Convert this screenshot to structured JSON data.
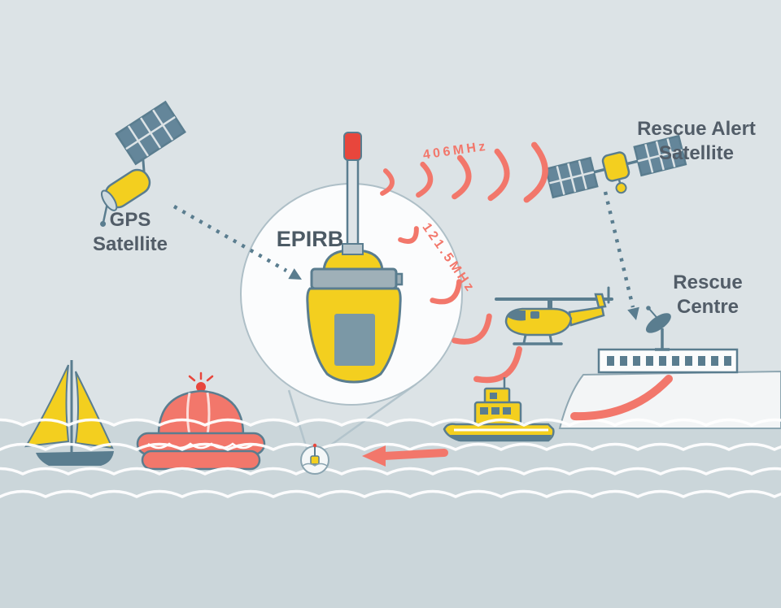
{
  "palette": {
    "sky": "#dce3e6",
    "sea": "#cbd6da",
    "yellow": "#f3cf1f",
    "salmon": "#f2776b",
    "signal_red": "#e8463c",
    "slate": "#5a7d8f",
    "text": "#525d68",
    "land": "#f3f5f6",
    "circle_fill": "#fbfcfd"
  },
  "labels": {
    "gps_satellite": {
      "line1": "GPS",
      "line2": "Satellite"
    },
    "rescue_alert_satellite": {
      "line1": "Rescue Alert",
      "line2": "Satellite"
    },
    "rescue_centre": {
      "line1": "Rescue",
      "line2": "Centre"
    },
    "epirb": "EPIRB",
    "frequency_406": "406MHz",
    "frequency_121_5": "121.5MHz"
  }
}
